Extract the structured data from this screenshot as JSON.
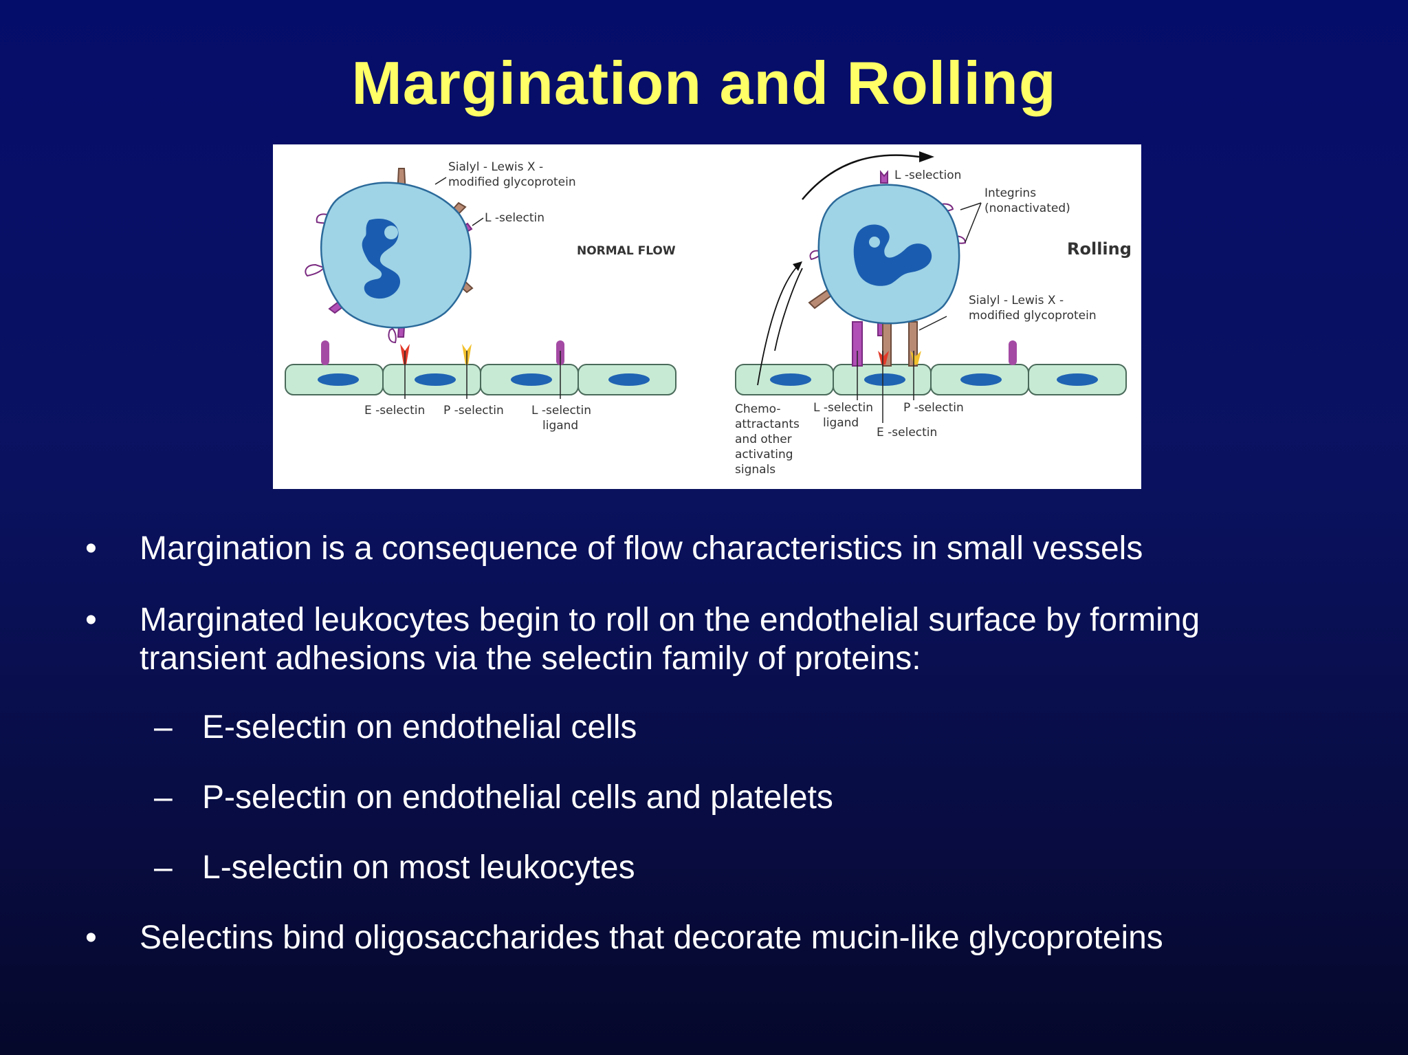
{
  "slide": {
    "title": "Margination and Rolling"
  },
  "figure": {
    "left": {
      "sialyl_line1": "Sialyl - Lewis X -",
      "sialyl_line2": "modified glycoprotein",
      "l_selectin": "L -selectin",
      "panel_label": "NORMAL FLOW",
      "e_selectin": "E -selectin",
      "p_selectin": "P -selectin",
      "ligand_line1": "L -selectin",
      "ligand_line2": "ligand"
    },
    "right": {
      "l_selection": "L -selection",
      "integrins_line1": "Integrins",
      "integrins_line2": "(nonactivated)",
      "panel_label": "Rolling",
      "sialyl_line1": "Sialyl - Lewis X -",
      "sialyl_line2": "modified glycoprotein",
      "chemo_line1": "Chemo-",
      "chemo_line2": "attractants",
      "chemo_line3": "and other",
      "chemo_line4": "activating",
      "chemo_line5": "signals",
      "ligand_line1": "L -selectin",
      "ligand_line2": "ligand",
      "p_selectin": "P -selectin",
      "e_selectin": "E -selectin"
    }
  },
  "bullets": [
    {
      "marker": "•",
      "text": "Margination is a consequence of flow characteristics in small vessels"
    },
    {
      "marker": "•",
      "text_line1": "Marginated leukocytes begin to roll on the endothelial surface by forming",
      "text_line2": "transient adhesions via the selectin family of proteins:"
    },
    {
      "marker": "–",
      "text": "E-selectin on endothelial cells"
    },
    {
      "marker": "–",
      "text": "P-selectin on endothelial cells and platelets"
    },
    {
      "marker": "–",
      "text": "L-selectin on most leukocytes"
    },
    {
      "marker": "•",
      "text": "Selectins bind oligosaccharides that decorate mucin-like glycoproteins"
    }
  ]
}
